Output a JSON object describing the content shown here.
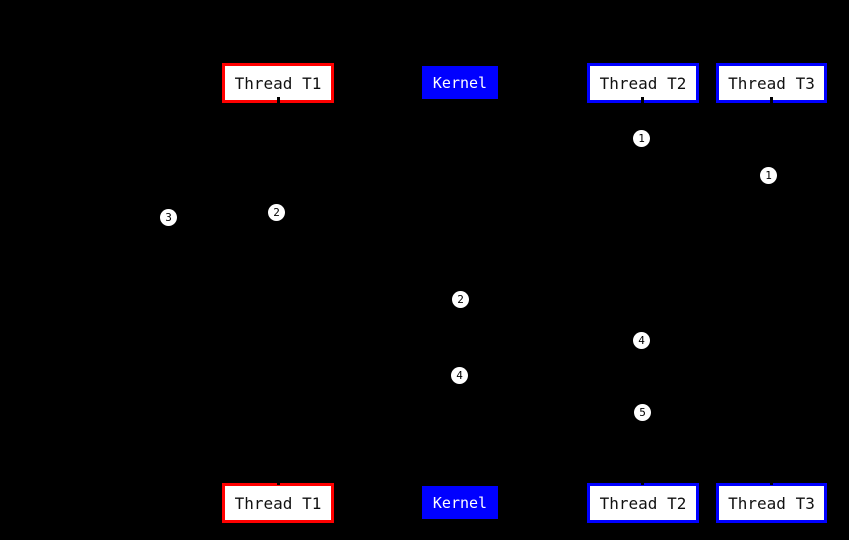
{
  "diagram": {
    "kind": "thread-kernel-sequence-diagram",
    "background": "#000000",
    "colors": {
      "thread_t1_border": "#ff0000",
      "thread_t2_border": "#0000ff",
      "thread_t3_border": "#0000ff",
      "kernel_fill": "#0000ff",
      "kernel_text": "#ffffff",
      "actor_box_fill": "#ffffff",
      "actor_box_text": "#111111",
      "marker_fill": "#ffffff",
      "marker_text": "#000000"
    },
    "actors_top": {
      "t1": "Thread T1",
      "kernel": "Kernel",
      "t2": "Thread T2",
      "t3": "Thread T3"
    },
    "actors_bottom": {
      "t1": "Thread T1",
      "kernel": "Kernel",
      "t2": "Thread T2",
      "t3": "Thread T3"
    },
    "markers": [
      "3",
      "2",
      "2",
      "4",
      "1",
      "1",
      "4",
      "5"
    ]
  }
}
